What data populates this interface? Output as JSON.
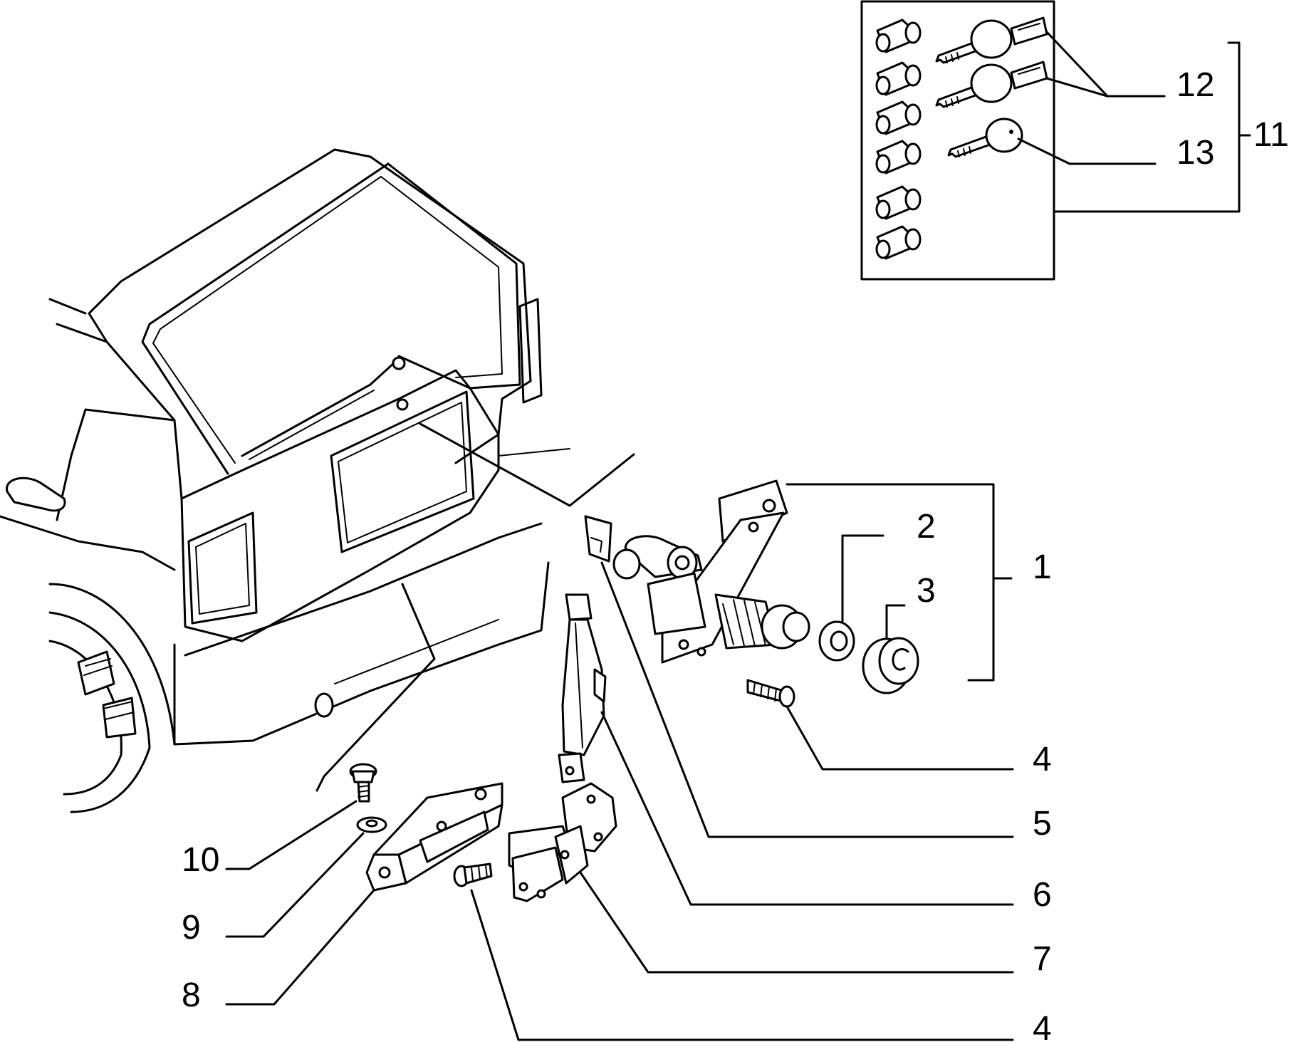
{
  "callouts": {
    "c1": "1",
    "c2": "2",
    "c3": "3",
    "c4a": "4",
    "c4b": "4",
    "c5": "5",
    "c6": "6",
    "c7": "7",
    "c8": "8",
    "c9": "9",
    "c10": "10",
    "c11": "11",
    "c12": "12",
    "c13": "13"
  },
  "colors": {
    "line": "#000000",
    "background": "#ffffff"
  }
}
